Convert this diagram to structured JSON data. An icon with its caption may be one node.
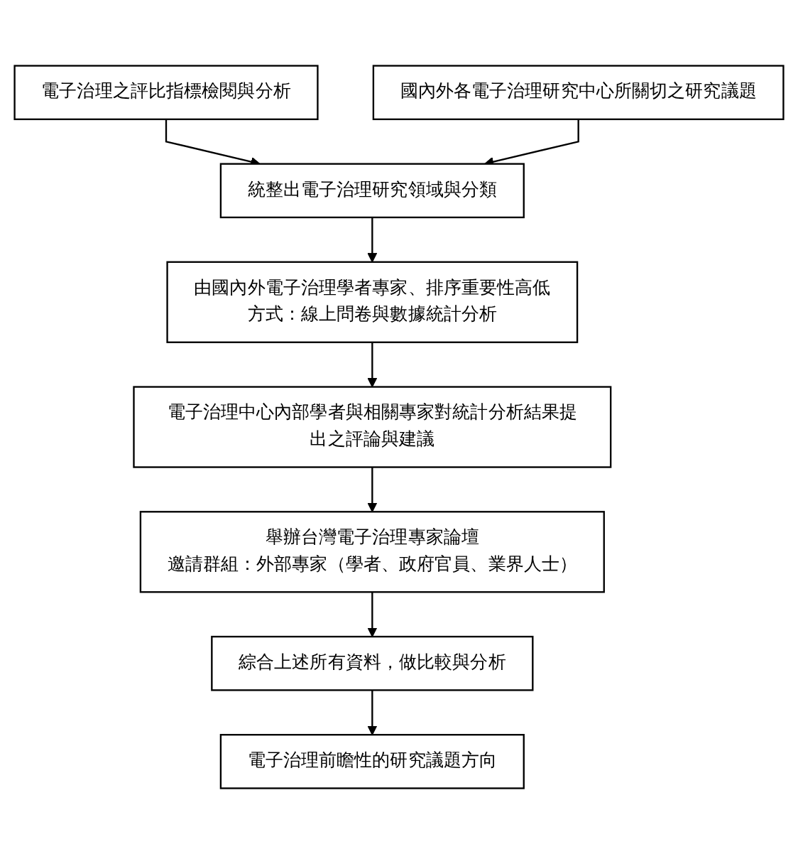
{
  "diagram": {
    "nodes": [
      {
        "text": [
          "電子治理之評比指標檢閱與分析"
        ]
      },
      {
        "text": [
          "國內外各電子治理研究中心所關切之研究議題"
        ]
      },
      {
        "text": [
          "統整出電子治理研究領域與分類"
        ]
      },
      {
        "text": [
          "由國內外電子治理學者專家、排序重要性高低",
          "方式：線上問卷與數據統計分析"
        ]
      },
      {
        "text": [
          "電子治理中心內部學者與相關專家對統計分析結果提出之評論與建議"
        ]
      },
      {
        "text": [
          "舉辦台灣電子治理專家論壇",
          "邀請群組：外部專家（學者、政府官員、業界人士）"
        ]
      },
      {
        "text": [
          "綜合上述所有資料，做比較與分析"
        ]
      },
      {
        "text": [
          "電子治理前瞻性的研究議題方向"
        ]
      }
    ],
    "edges": [
      {
        "from": 0,
        "to": 2,
        "arrow": "to"
      },
      {
        "from": 1,
        "to": 2,
        "arrow": "to"
      },
      {
        "from": 2,
        "to": 3,
        "arrow": "to"
      },
      {
        "from": 3,
        "to": 4,
        "arrow": "to"
      },
      {
        "from": 4,
        "to": 5,
        "arrow": "to"
      },
      {
        "from": 5,
        "to": 6,
        "arrow": "to"
      },
      {
        "from": 6,
        "to": 7,
        "arrow": "to"
      }
    ]
  }
}
